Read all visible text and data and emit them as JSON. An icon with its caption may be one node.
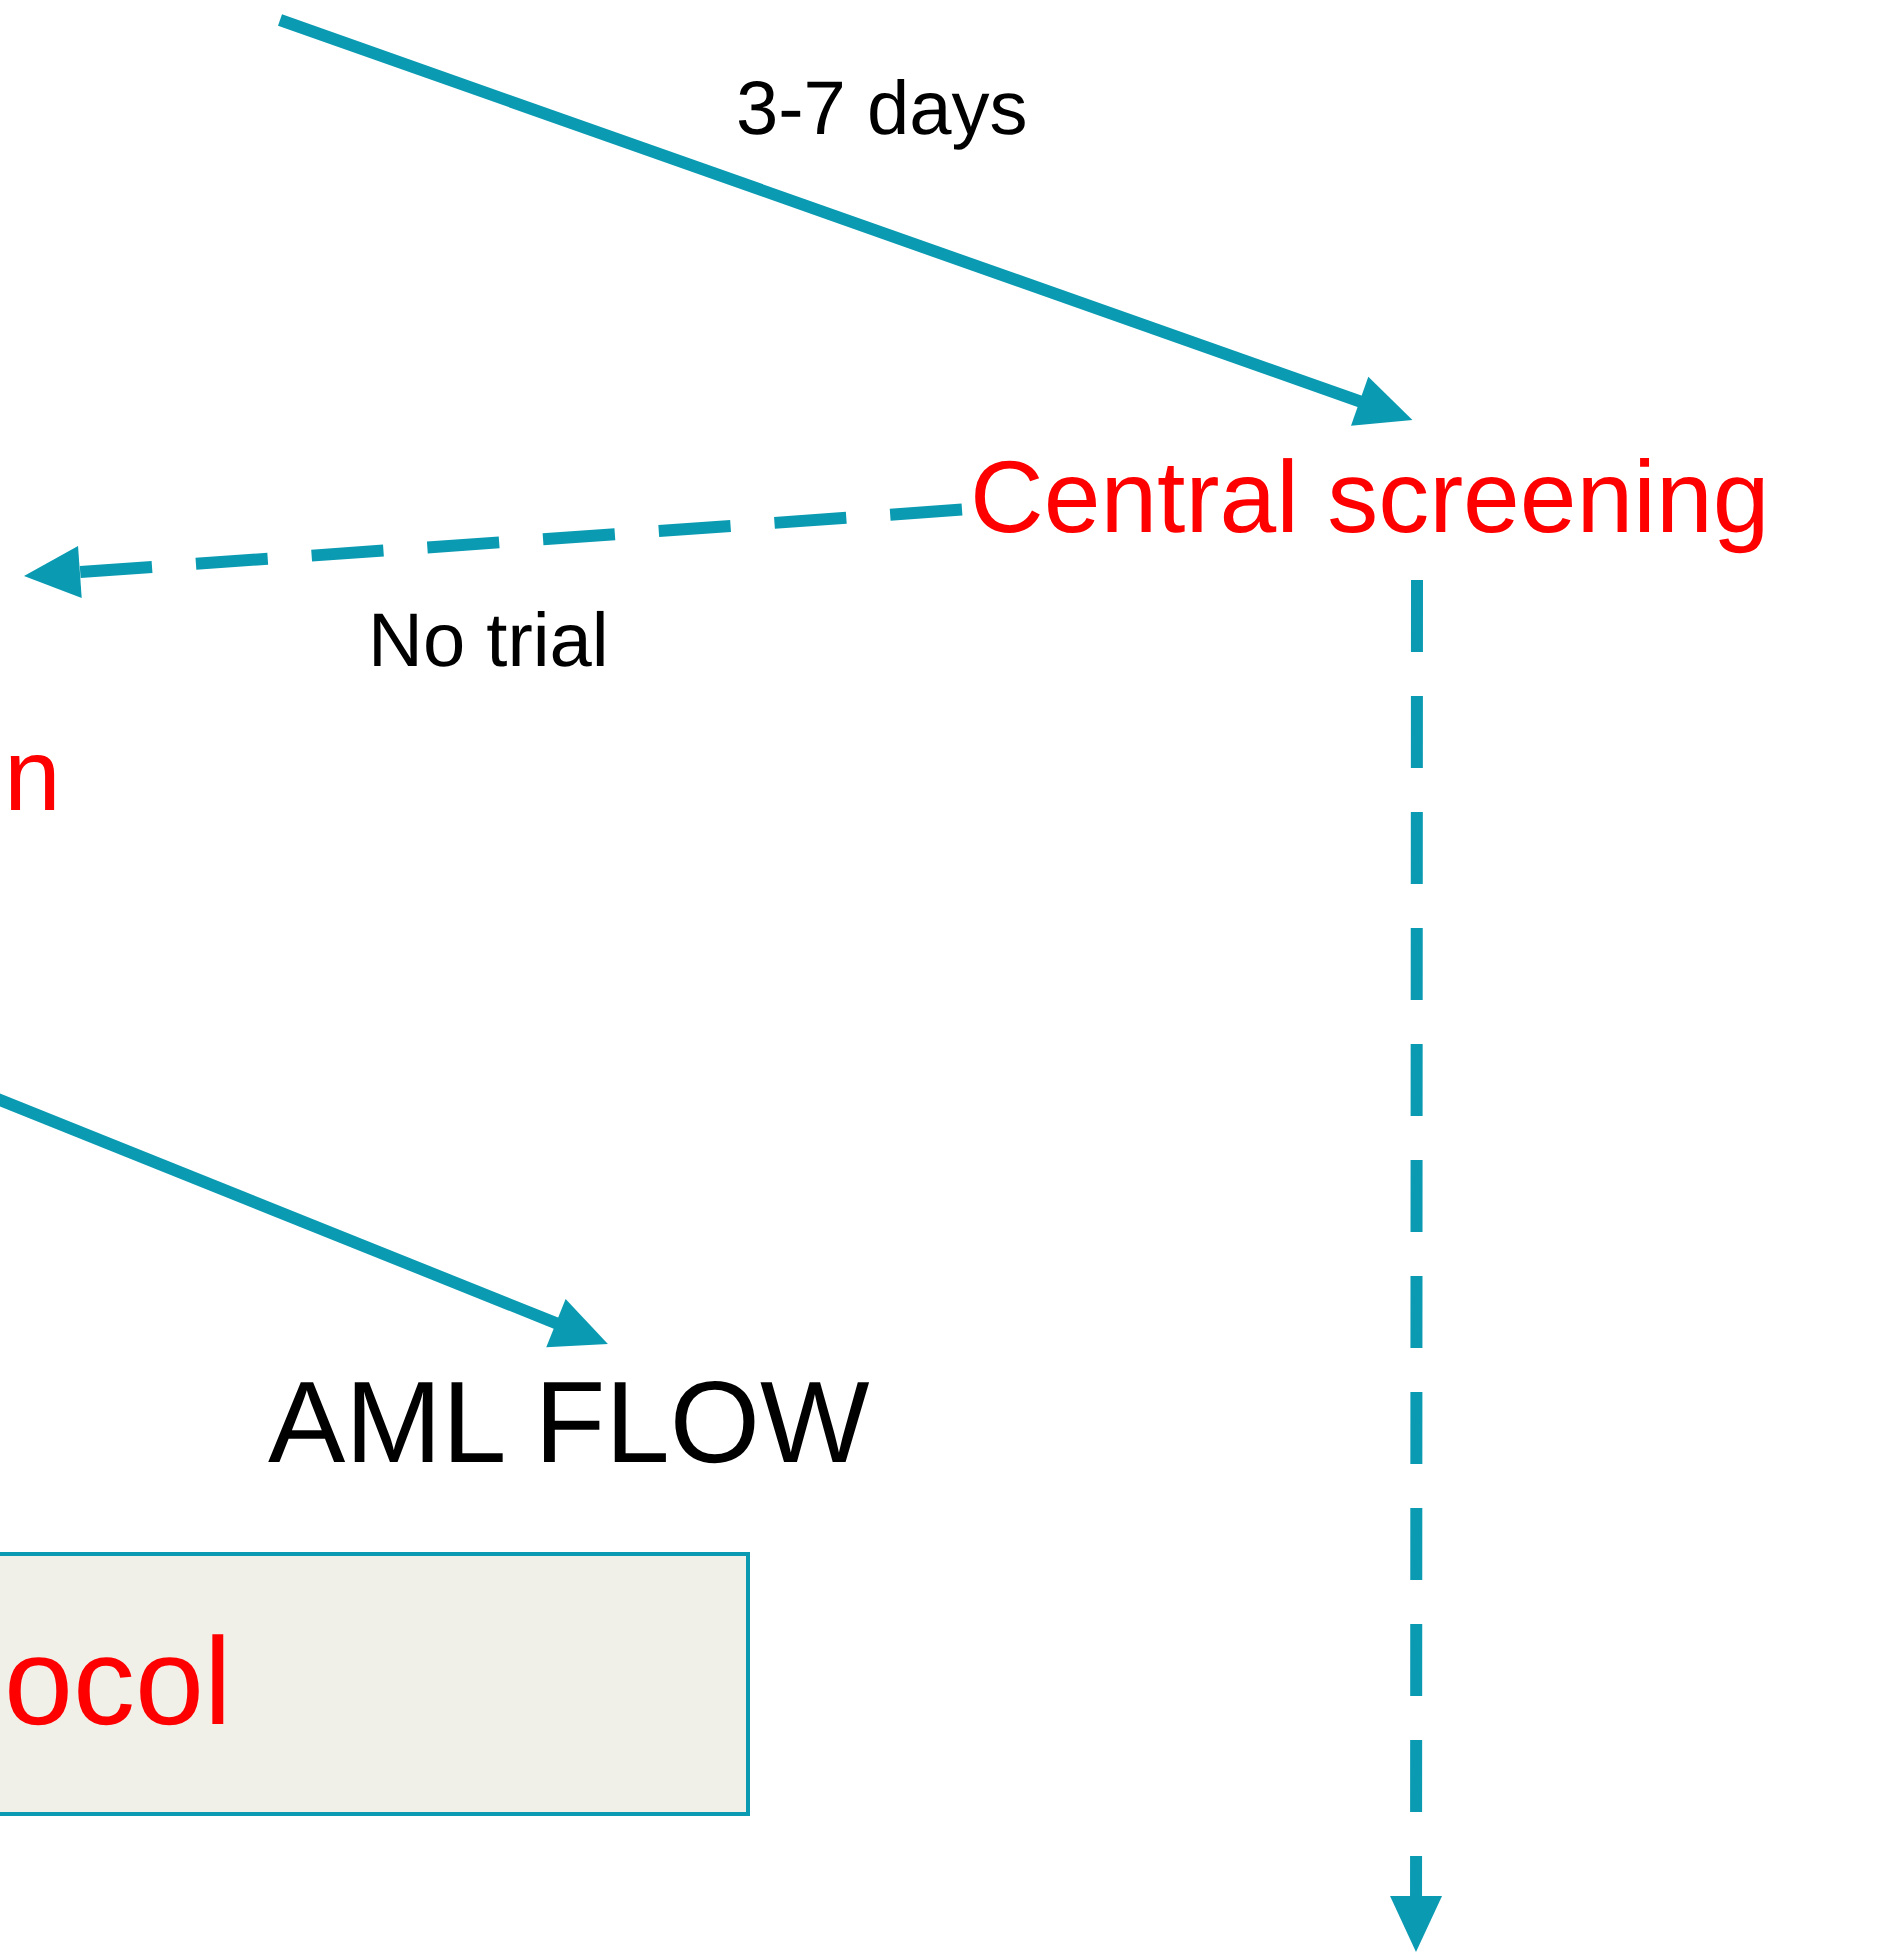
{
  "diagram": {
    "nodes": [
      {
        "text": [
          "Central screening"
        ]
      },
      {
        "text": [
          "AML FLOW"
        ]
      },
      {
        "text": [
          "ocol"
        ]
      }
    ],
    "edges": [
      {
        "from": null,
        "to": 0,
        "arrow": "to",
        "label": "3-7 days"
      },
      {
        "from": 0,
        "to": null,
        "arrow": "to",
        "label": "No trial",
        "style": "dashed"
      },
      {
        "from": null,
        "to": 1,
        "arrow": "to"
      },
      {
        "from": 0,
        "to": null,
        "arrow": "to",
        "style": "dashed"
      }
    ],
    "labels": [
      "n"
    ]
  }
}
